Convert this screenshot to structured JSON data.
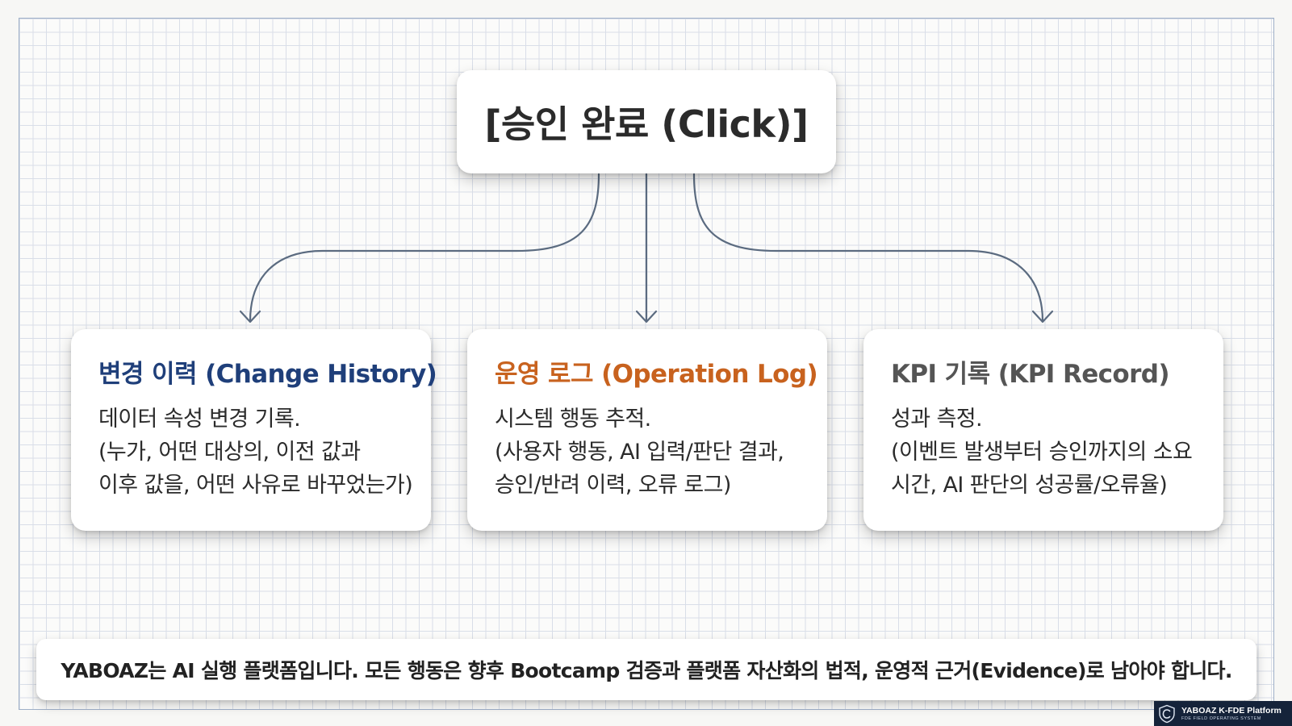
{
  "root": {
    "label": "[승인 완료 (Click)]"
  },
  "branches": [
    {
      "title": "변경 이력 (Change History)",
      "color": "#1f3f7a",
      "lines": [
        "데이터 속성 변경 기록.",
        "(누가, 어떤 대상의, 이전 값과",
        "이후 값을, 어떤 사유로 바꾸었는가)"
      ]
    },
    {
      "title": "운영 로그 (Operation Log)",
      "color": "#c8621e",
      "lines": [
        "시스템 행동 추적.",
        "(사용자 행동, AI 입력/판단 결과,",
        "승인/반려 이력, 오류 로그)"
      ]
    },
    {
      "title": "KPI 기록 (KPI Record)",
      "color": "#555555",
      "lines": [
        "성과 측정.",
        "(이벤트 발생부터 승인까지의 소요",
        "시간, AI 판단의 성공률/오류율)"
      ]
    }
  ],
  "banner": {
    "text": "YABOAZ는 AI 실행 플랫폼입니다. 모든 행동은 향후 Bootcamp 검증과 플랫폼 자산화의 법적, 운영적 근거(Evidence)로 남아야 합니다."
  },
  "logo": {
    "name": "YABOAZ K-FDE Platform",
    "tagline": "FDE FIELD OPERATING SYSTEM",
    "icon": "shield-logo-icon"
  },
  "connector_color": "#5b6b80"
}
